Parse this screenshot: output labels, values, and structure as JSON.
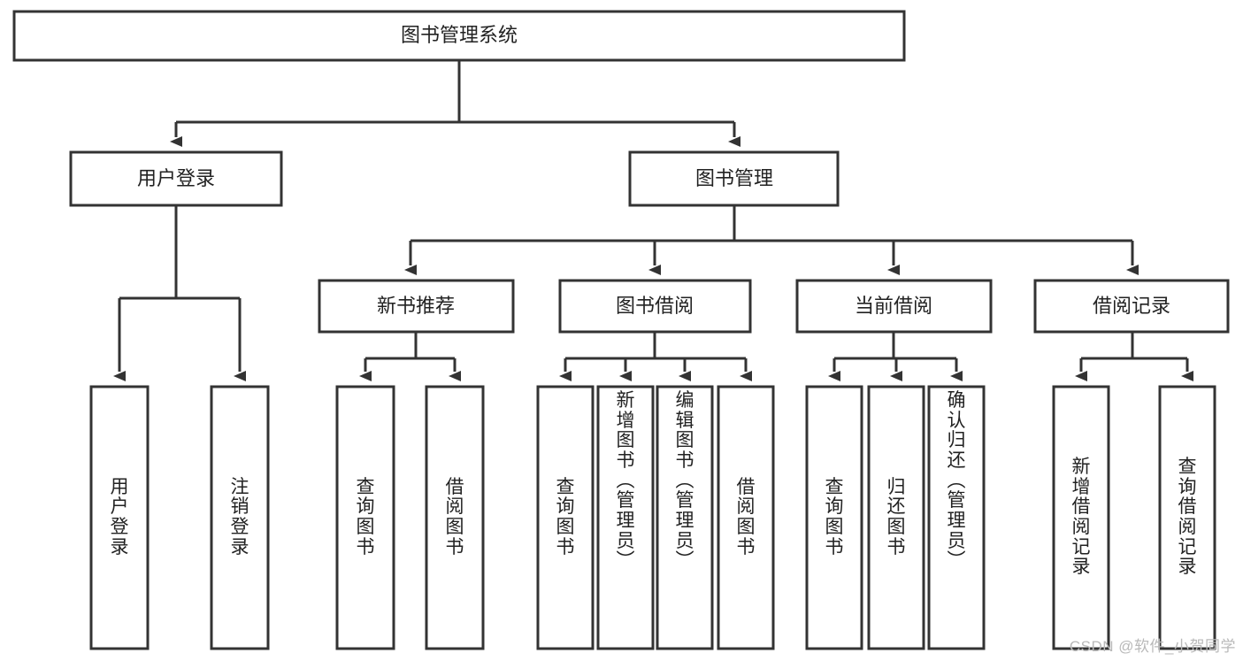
{
  "diagram": {
    "title": "图书管理系统",
    "type": "tree-hierarchy-diagram",
    "root": {
      "label": "图书管理系统"
    },
    "level2": [
      {
        "label": "用户登录"
      },
      {
        "label": "图书管理"
      }
    ],
    "level3": [
      {
        "label": "新书推荐"
      },
      {
        "label": "图书借阅"
      },
      {
        "label": "当前借阅"
      },
      {
        "label": "借阅记录"
      }
    ],
    "leaves": {
      "user_login": [
        {
          "label": "用户登录"
        },
        {
          "label": "注销登录"
        }
      ],
      "new_book_recommend": [
        {
          "label": "查询图书"
        },
        {
          "label": "借阅图书"
        }
      ],
      "book_borrow": [
        {
          "label": "查询图书"
        },
        {
          "label": "新增图书（管理员）"
        },
        {
          "label": "编辑图书（管理员）"
        },
        {
          "label": "借阅图书"
        }
      ],
      "current_borrow": [
        {
          "label": "查询图书"
        },
        {
          "label": "归还图书"
        },
        {
          "label": "确认归还（管理员）"
        }
      ],
      "borrow_record": [
        {
          "label": "新增借阅记录"
        },
        {
          "label": "查询借阅记录"
        }
      ]
    },
    "watermark": "CSDN @软件_小贺同学",
    "colors": {
      "box_stroke": "#333333",
      "box_fill": "#ffffff",
      "connector": "#333333",
      "text": "#222222",
      "background": "#ffffff",
      "watermark": "#b9b9b9"
    }
  }
}
